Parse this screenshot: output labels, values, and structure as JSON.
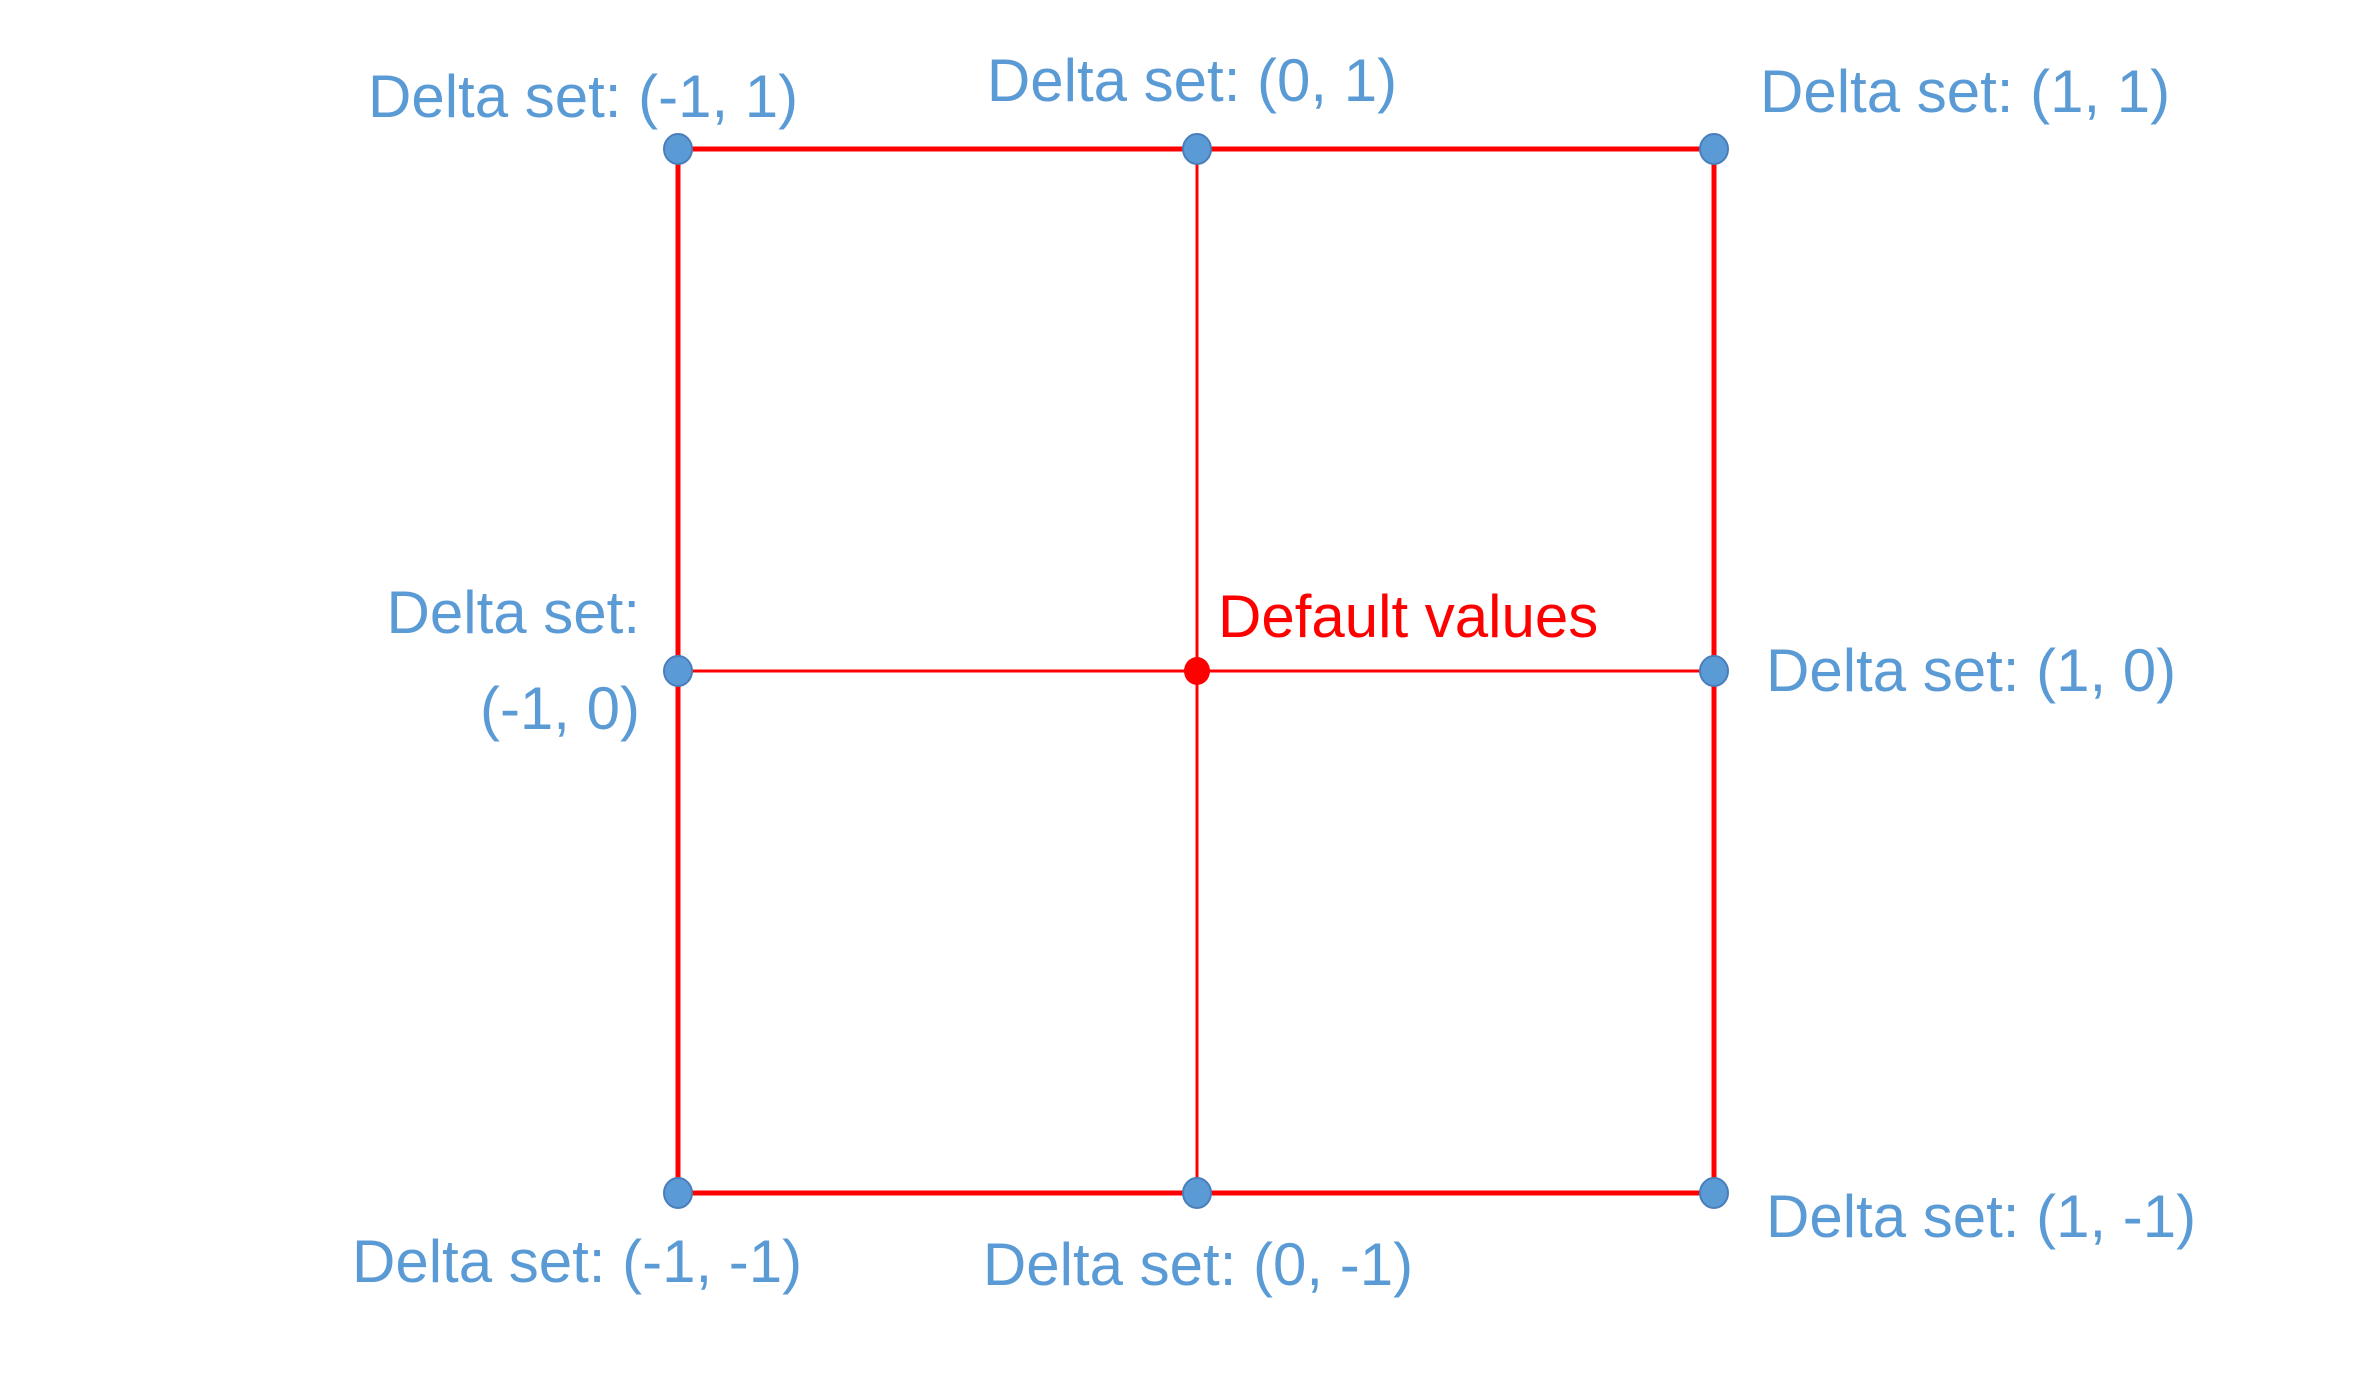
{
  "colors": {
    "accent_blue": "#5B9BD5",
    "accent_blue_border": "#4A7EBB",
    "accent_red": "#FF0000",
    "background": "#FFFFFF"
  },
  "labels": {
    "top_left": "Delta set: (-1, 1)",
    "top_mid": "Delta set: (0, 1)",
    "top_right": "Delta set: (1, 1)",
    "mid_left": "Delta set: (-1, 0)",
    "center": "Default values",
    "mid_right": "Delta set: (1, 0)",
    "bottom_left": "Delta set: (-1, -1)",
    "bottom_mid": "Delta set: (0, -1)",
    "bottom_right": "Delta set: (1, -1)"
  },
  "points": [
    {
      "position": "top-left",
      "marker": "blue-dot",
      "label": "Delta set: (-1, 1)"
    },
    {
      "position": "top-middle",
      "marker": "blue-dot",
      "label": "Delta set: (0, 1)"
    },
    {
      "position": "top-right",
      "marker": "blue-dot",
      "label": "Delta set: (1, 1)"
    },
    {
      "position": "middle-left",
      "marker": "blue-dot",
      "label": "Delta set: (-1, 0)"
    },
    {
      "position": "center",
      "marker": "red-dot",
      "label": "Default values"
    },
    {
      "position": "middle-right",
      "marker": "blue-dot",
      "label": "Delta set: (1, 0)"
    },
    {
      "position": "bottom-left",
      "marker": "blue-dot",
      "label": "Delta set: (-1, -1)"
    },
    {
      "position": "bottom-middle",
      "marker": "blue-dot",
      "label": "Delta set: (0, -1)"
    },
    {
      "position": "bottom-right",
      "marker": "blue-dot",
      "label": "Delta set: (1, -1)"
    }
  ]
}
